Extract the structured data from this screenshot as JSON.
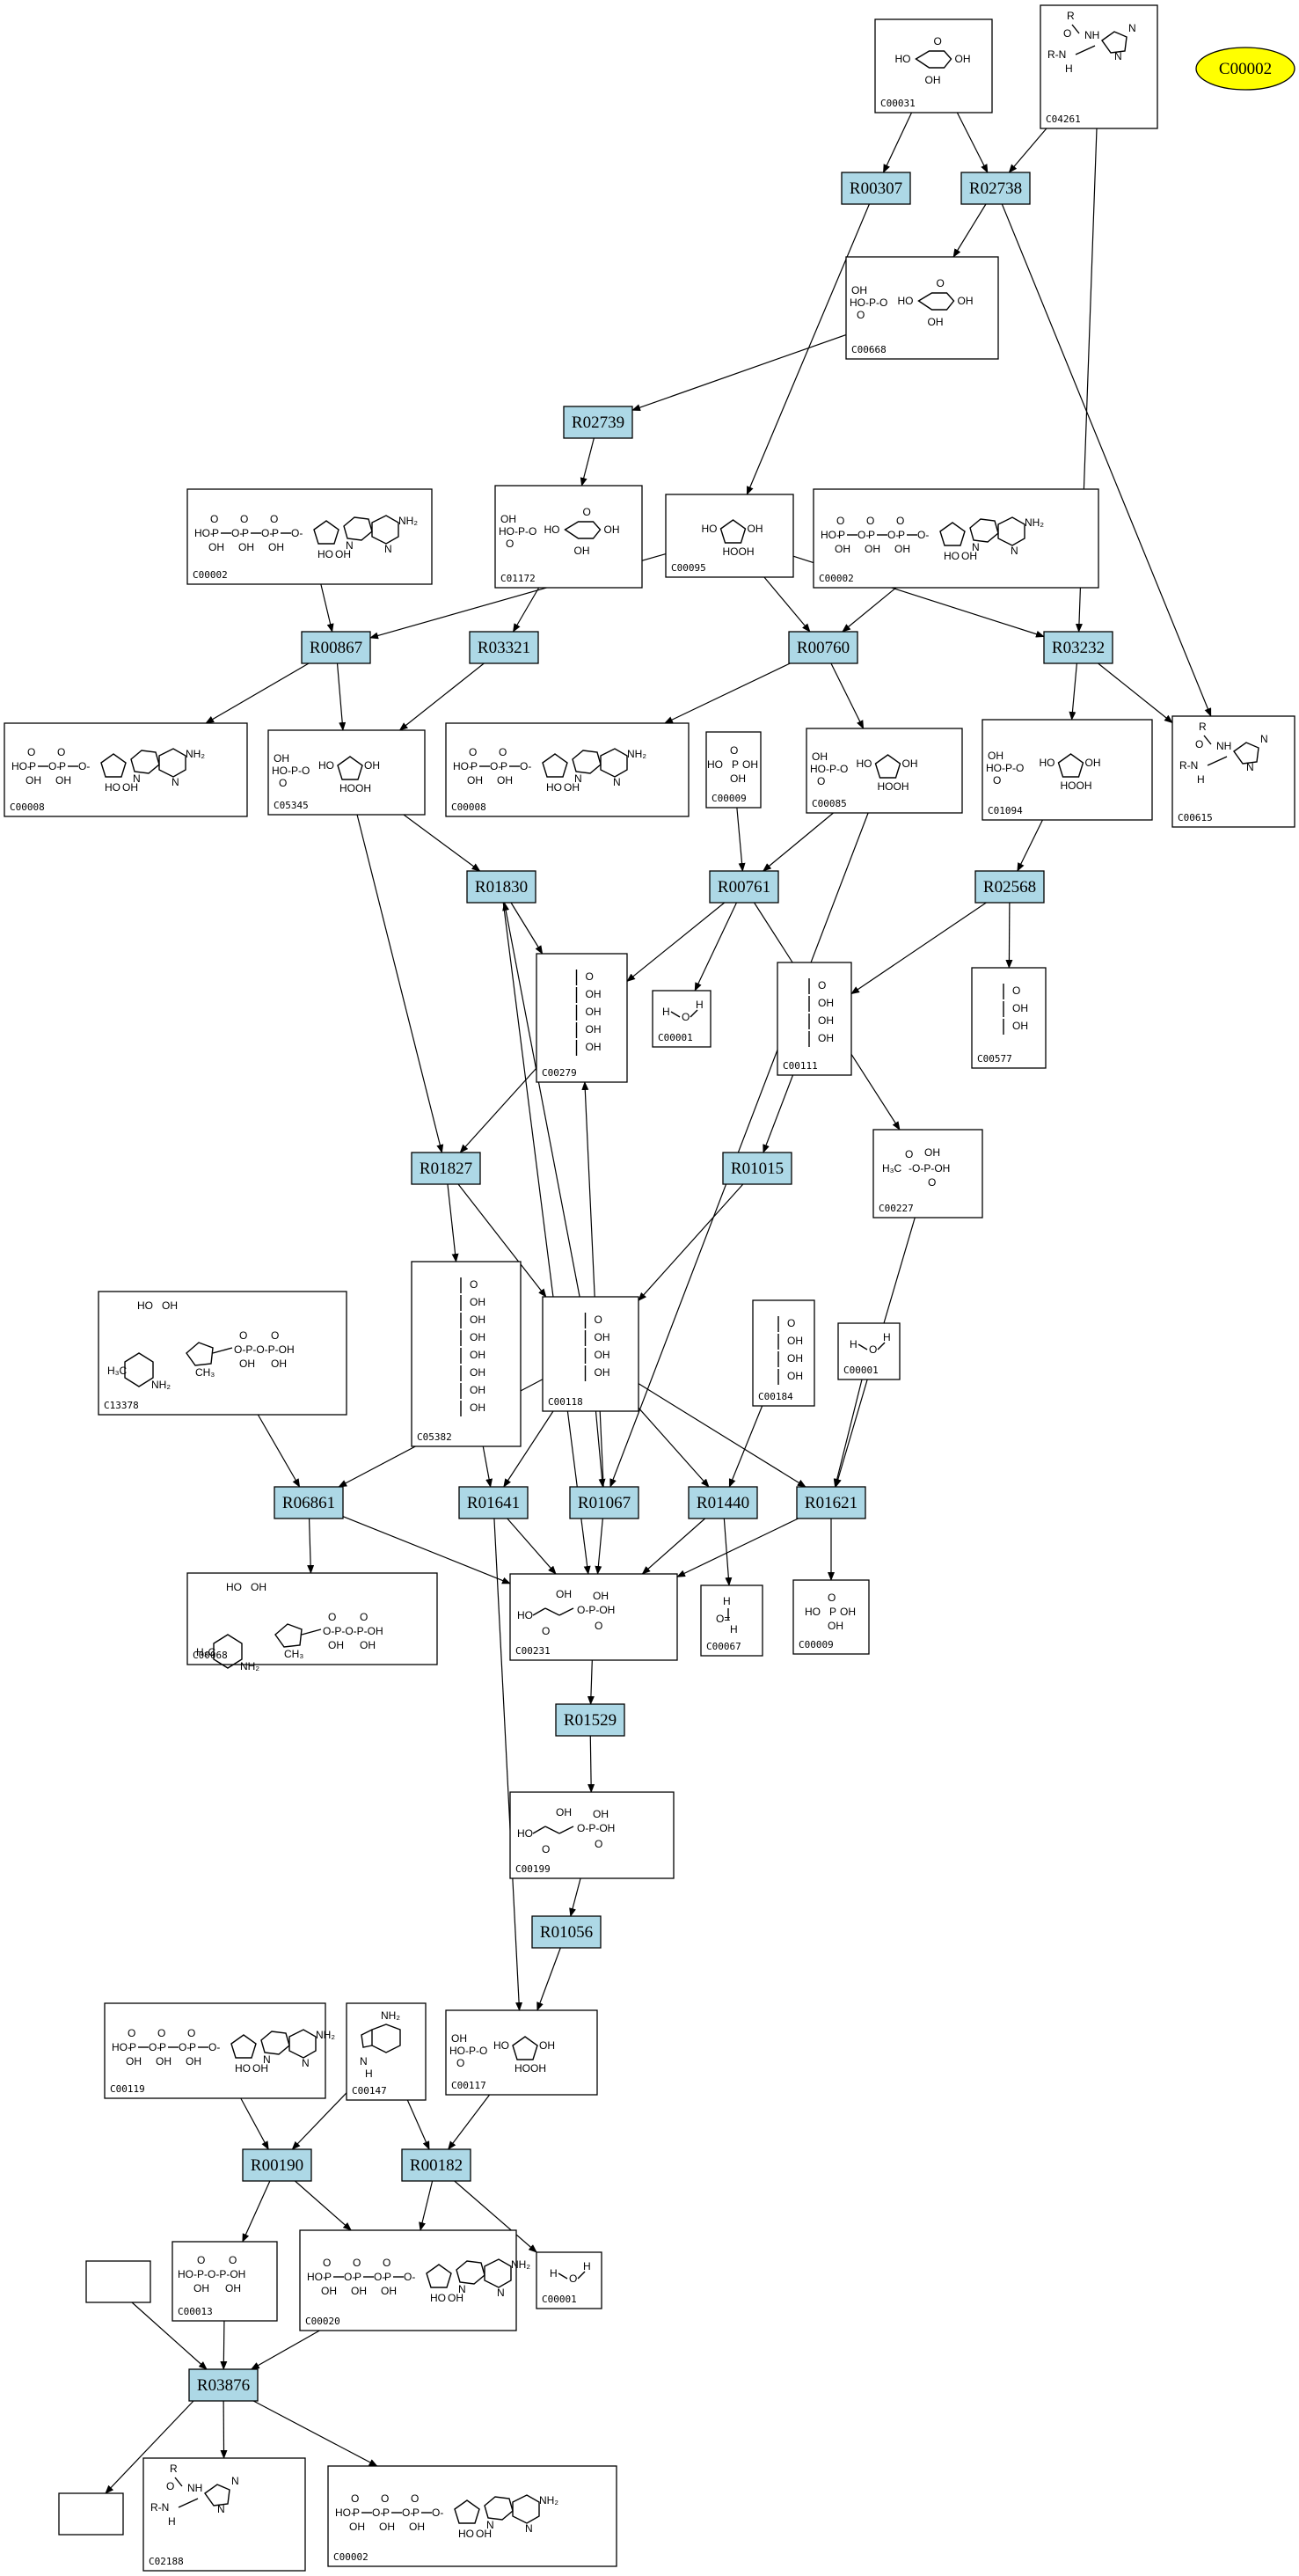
{
  "reactions": [
    "R00307",
    "R02738",
    "R02739",
    "R00867",
    "R03321",
    "R00760",
    "R03232",
    "R01830",
    "R00761",
    "R02568",
    "R01827",
    "R01015",
    "R06861",
    "R01641",
    "R01067",
    "R01440",
    "R01621",
    "R01529",
    "R01056",
    "R00190",
    "R00182",
    "R03876"
  ],
  "compounds": [
    "C00031",
    "C04261",
    "C00668",
    "C01172",
    "C00095",
    "C00002",
    "C00002",
    "C00008",
    "C05345",
    "C00008",
    "C00009",
    "C00085",
    "C01094",
    "C00615",
    "C00279",
    "C00001",
    "C00111",
    "C00577",
    "C00227",
    "C13378",
    "C05382",
    "C00118",
    "C00184",
    "C00001",
    "C00068",
    "C00231",
    "C00067",
    "C00009",
    "C00199",
    "C00119",
    "C00147",
    "C00117",
    "C00013",
    "C00020",
    "C00001",
    "C02188",
    "C00002"
  ],
  "highlight": {
    "id": "C00002",
    "color": "#ffff00"
  },
  "colors": {
    "reaction_fill": "#add8e6",
    "line": "#000000"
  }
}
